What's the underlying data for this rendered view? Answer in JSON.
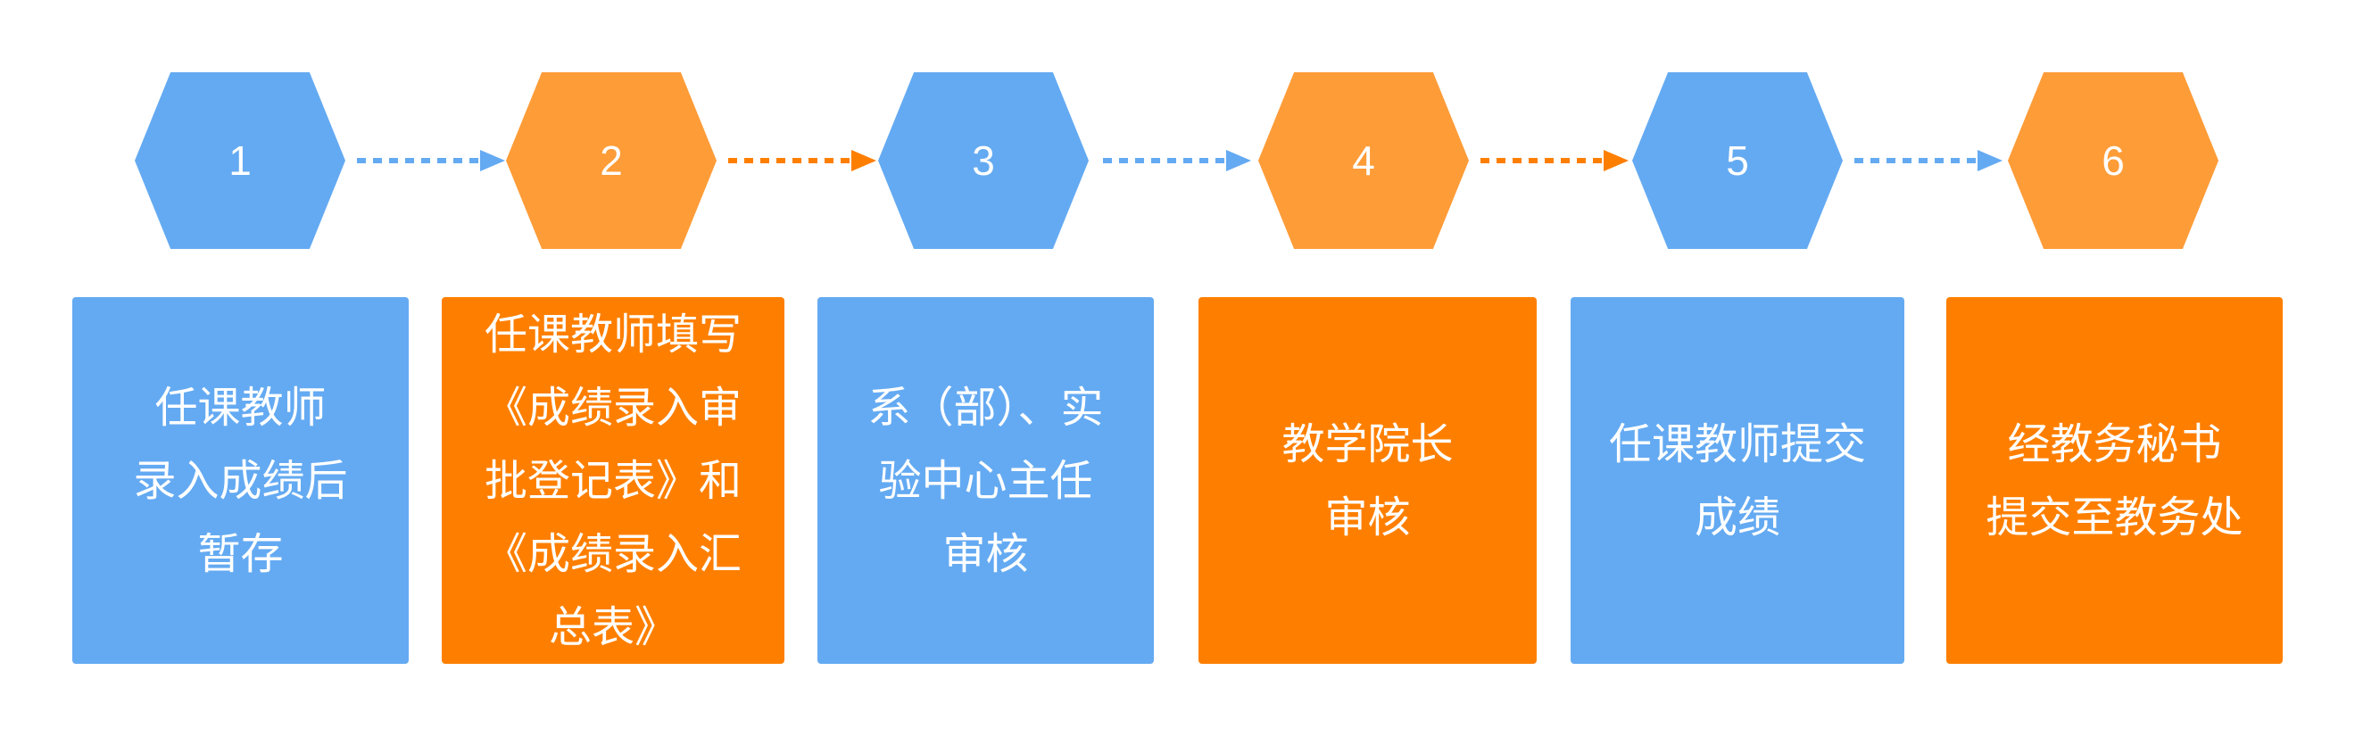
{
  "colors": {
    "blue": "#64aaf2",
    "orange_hex": "#fe9c38",
    "orange_box": "#fe7f00"
  },
  "steps": [
    {
      "number": "1",
      "text": "任课教师\n录入成绩后\n暂存"
    },
    {
      "number": "2",
      "text": "任课教师填写\n《成绩录入审\n批登记表》和\n《成绩录入汇\n总表》"
    },
    {
      "number": "3",
      "text": "系（部）、实\n验中心主任\n审核"
    },
    {
      "number": "4",
      "text": "教学院长\n审核"
    },
    {
      "number": "5",
      "text": "任课教师提交\n成绩"
    },
    {
      "number": "6",
      "text": "经教务秘书\n提交至教务处"
    }
  ]
}
